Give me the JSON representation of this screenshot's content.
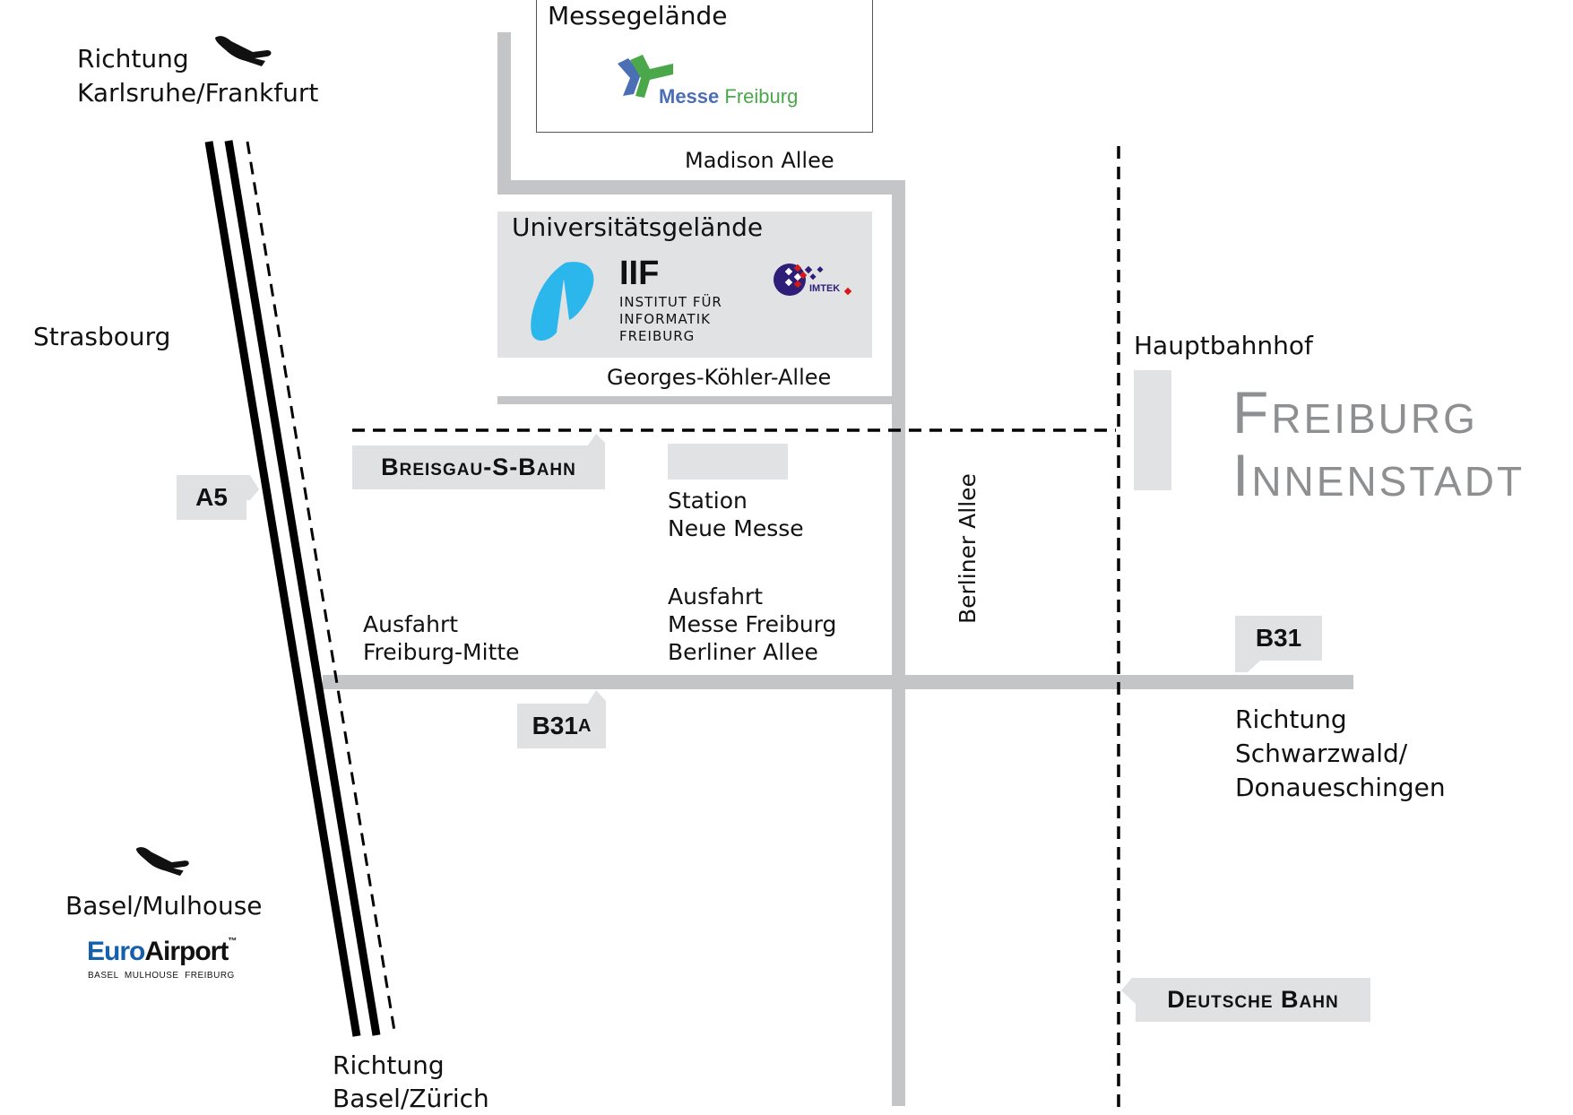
{
  "map": {
    "title": "Anfahrt Universitätsgelände Freiburg",
    "colors": {
      "road": "#c4c5c7",
      "tag_bg": "#e0e1e3",
      "railway": "#000000",
      "city_text": "#8e8f91",
      "iif_blue": "#2bb6ec",
      "messe_blue": "#4a6fb5",
      "messe_green": "#4aa84a",
      "imtek_purple": "#2e1e78",
      "imtek_red": "#d7191c",
      "euroairport_blue": "#1560ad"
    }
  },
  "directions": {
    "north": {
      "line1": "Richtung",
      "line2": "Karlsruhe/Frankfurt",
      "icon": "airplane-icon"
    },
    "south": {
      "line1": "Richtung",
      "line2": "Basel/Zürich"
    },
    "east": {
      "line1": "Richtung",
      "line2": "Schwarzwald/",
      "line3": "Donaueschingen"
    },
    "west": "Strasbourg"
  },
  "airport": {
    "city": "Basel/Mulhouse",
    "logo_euro": "Euro",
    "logo_airport": "Airport",
    "logo_tm": "™",
    "logo_sub": "BASEL  MULHOUSE  FREIBURG",
    "icon": "airplane-icon"
  },
  "messe": {
    "area_title": "Messegelände",
    "logo_word1": "Messe",
    "logo_word2": "Freiburg"
  },
  "streets": {
    "madison": "Madison Allee",
    "georges": "Georges-Köhler-Allee",
    "berliner": "Berliner Allee"
  },
  "university": {
    "area_title": "Universitätsgelände",
    "iif_short": "IIF",
    "iif_line1": "INSTITUT FÜR",
    "iif_line2": "INFORMATIK",
    "iif_line3": "FREIBURG",
    "imtek": "IMTEK"
  },
  "route_tags": {
    "a5": "A5",
    "sbahn": "Breisgau-S-Bahn",
    "b31a_main": "B31",
    "b31a_suffix": "A",
    "b31": "B31",
    "db": "Deutsche Bahn"
  },
  "places": {
    "station_line1": "Station",
    "station_line2": "Neue Messe",
    "exit_mitte_line1": "Ausfahrt",
    "exit_mitte_line2": "Freiburg-Mitte",
    "exit_messe_line1": "Ausfahrt",
    "exit_messe_line2": "Messe Freiburg",
    "exit_messe_line3": "Berliner Allee",
    "hbf": "Hauptbahnhof",
    "city_line1": "Freiburg",
    "city_line2": "Innenstadt"
  }
}
